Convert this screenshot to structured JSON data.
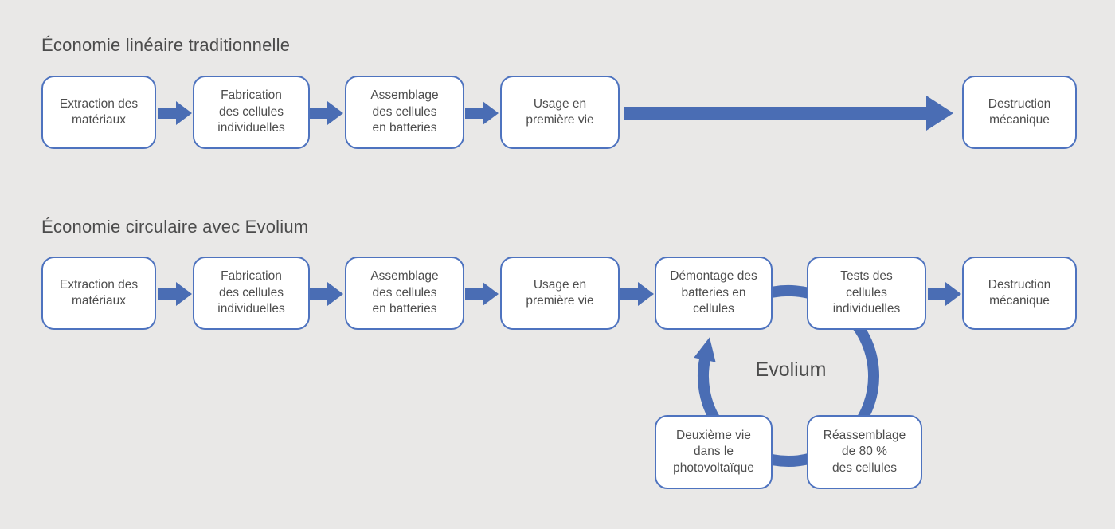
{
  "colors": {
    "background": "#e9e8e7",
    "accent": "#4a6db4",
    "box_border": "#4e73bf",
    "box_fill": "#ffffff",
    "text": "#4d4d4d"
  },
  "linear": {
    "title": "Économie linéaire traditionnelle",
    "boxes": [
      {
        "label": "Extraction des\nmatériaux"
      },
      {
        "label": "Fabrication\ndes cellules\nindividuelles"
      },
      {
        "label": "Assemblage\ndes cellules\nen batteries"
      },
      {
        "label": "Usage en\npremière vie"
      },
      {
        "label": "Destruction\nmécanique"
      }
    ]
  },
  "circular": {
    "title": "Économie circulaire avec Evolium",
    "boxes": [
      {
        "label": "Extraction des\nmatériaux"
      },
      {
        "label": "Fabrication\ndes cellules\nindividuelles"
      },
      {
        "label": "Assemblage\ndes cellules\nen batteries"
      },
      {
        "label": "Usage en\npremière vie"
      },
      {
        "label": "Démontage des\nbatteries en\ncellules"
      },
      {
        "label": "Tests des\ncellules\nindividuelles"
      },
      {
        "label": "Destruction\nmécanique"
      }
    ],
    "loop": {
      "label": "Evolium",
      "boxes": [
        {
          "label": "Deuxième vie\ndans le\nphotovoltaïque"
        },
        {
          "label": "Réassemblage\nde 80 %\ndes cellules"
        }
      ]
    }
  }
}
